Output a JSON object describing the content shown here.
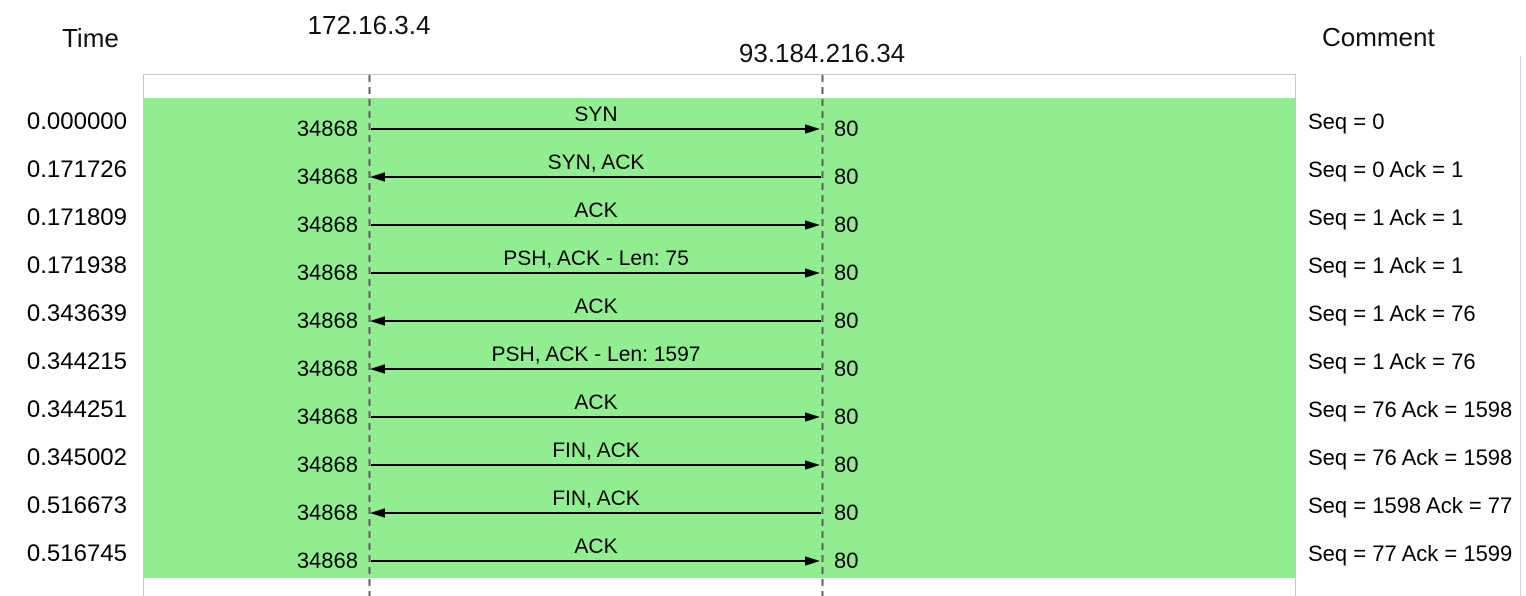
{
  "header": {
    "time_label": "Time",
    "endpoint_left_ip": "172.16.3.4",
    "endpoint_right_ip": "93.184.216.34",
    "comment_label": "Comment"
  },
  "diagram": {
    "band_color": "#90ee90",
    "lifeline_color": "#5f5f5f",
    "border_color": "#c8c8c8",
    "arrow_color": "#000000",
    "port_left": "34868",
    "port_right": "80"
  },
  "packets": [
    {
      "time": "0.000000",
      "port_left": "34868",
      "port_right": "80",
      "label": "SYN",
      "direction": "right",
      "comment": "Seq = 0"
    },
    {
      "time": "0.171726",
      "port_left": "34868",
      "port_right": "80",
      "label": "SYN, ACK",
      "direction": "left",
      "comment": "Seq = 0 Ack = 1"
    },
    {
      "time": "0.171809",
      "port_left": "34868",
      "port_right": "80",
      "label": "ACK",
      "direction": "right",
      "comment": "Seq = 1 Ack = 1"
    },
    {
      "time": "0.171938",
      "port_left": "34868",
      "port_right": "80",
      "label": "PSH, ACK - Len: 75",
      "direction": "right",
      "comment": "Seq = 1 Ack = 1"
    },
    {
      "time": "0.343639",
      "port_left": "34868",
      "port_right": "80",
      "label": "ACK",
      "direction": "left",
      "comment": "Seq = 1 Ack = 76"
    },
    {
      "time": "0.344215",
      "port_left": "34868",
      "port_right": "80",
      "label": "PSH, ACK - Len: 1597",
      "direction": "left",
      "comment": "Seq = 1 Ack = 76"
    },
    {
      "time": "0.344251",
      "port_left": "34868",
      "port_right": "80",
      "label": "ACK",
      "direction": "right",
      "comment": "Seq = 76 Ack = 1598"
    },
    {
      "time": "0.345002",
      "port_left": "34868",
      "port_right": "80",
      "label": "FIN, ACK",
      "direction": "right",
      "comment": "Seq = 76 Ack = 1598"
    },
    {
      "time": "0.516673",
      "port_left": "34868",
      "port_right": "80",
      "label": "FIN, ACK",
      "direction": "left",
      "comment": "Seq = 1598 Ack = 77"
    },
    {
      "time": "0.516745",
      "port_left": "34868",
      "port_right": "80",
      "label": "ACK",
      "direction": "right",
      "comment": "Seq = 77 Ack = 1599"
    }
  ],
  "layout_numbers": {
    "row_count": "10"
  }
}
